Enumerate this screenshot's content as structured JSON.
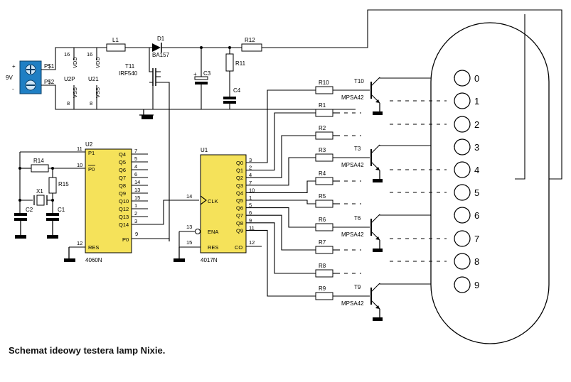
{
  "caption": "Schemat ideowy testera lamp Nixie.",
  "colors": {
    "ic_fill": "#f5e25a",
    "terminal_fill": "#1f7fc4",
    "wire": "#000000"
  },
  "power": {
    "plus": "+",
    "minus": "-",
    "voltage": "9V",
    "ps1": "P$1",
    "ps2": "P$2",
    "vdd": "VDD",
    "vss": "VSS",
    "pin16": "16",
    "pin8": "8",
    "u2p": "U2P",
    "u21": "U21"
  },
  "parts": {
    "l1": "L1",
    "d1": "D1",
    "d1_type": "BA157",
    "t11": "T11",
    "t11_type": "IRF540",
    "c3": "C3",
    "c3_plus": "+",
    "c4": "C4",
    "r11": "R11",
    "r12": "R12",
    "r14": "R14",
    "r15": "R15",
    "x1": "X1",
    "c1": "C1",
    "c2": "C2"
  },
  "u2": {
    "ref": "U2",
    "name": "4060N",
    "pins_left": [
      {
        "num": "11",
        "label": "P1"
      },
      {
        "num": "10",
        "label": "P0"
      }
    ],
    "pins_right": [
      {
        "label": "Q4",
        "num": "7"
      },
      {
        "label": "Q5",
        "num": "5"
      },
      {
        "label": "Q6",
        "num": "4"
      },
      {
        "label": "Q7",
        "num": "6"
      },
      {
        "label": "Q8",
        "num": "14"
      },
      {
        "label": "Q9",
        "num": "13"
      },
      {
        "label": "Q10",
        "num": "15"
      },
      {
        "label": "Q12",
        "num": "1"
      },
      {
        "label": "Q13",
        "num": "2"
      },
      {
        "label": "Q14",
        "num": "3"
      }
    ],
    "p0_label": "P0",
    "p0_num": "9",
    "res_label": "RES",
    "res_num": "12"
  },
  "u1": {
    "ref": "U1",
    "name": "4017N",
    "clk_label": "CLK",
    "clk_num": "14",
    "ena_label": "ENA",
    "ena_num": "13",
    "res_label": "RES",
    "res_num": "15",
    "co_label": "CO",
    "co_num": "12",
    "outputs": [
      {
        "label": "Q0",
        "num": "3"
      },
      {
        "label": "Q1",
        "num": "2"
      },
      {
        "label": "Q2",
        "num": "4"
      },
      {
        "label": "Q3",
        "num": "7"
      },
      {
        "label": "Q4",
        "num": "10"
      },
      {
        "label": "Q5",
        "num": "1"
      },
      {
        "label": "Q6",
        "num": "5"
      },
      {
        "label": "Q7",
        "num": "6"
      },
      {
        "label": "Q8",
        "num": "9"
      },
      {
        "label": "Q9",
        "num": "11"
      }
    ]
  },
  "resistors": [
    "R10",
    "R1",
    "R2",
    "R3",
    "R4",
    "R5",
    "R6",
    "R7",
    "R8",
    "R9"
  ],
  "transistors": [
    {
      "ref": "T10",
      "type": "MPSA42"
    },
    {
      "ref": "T3",
      "type": "MPSA42"
    },
    {
      "ref": "T6",
      "type": "MPSA42"
    },
    {
      "ref": "T9",
      "type": "MPSA42"
    }
  ],
  "cathodes": [
    "0",
    "1",
    "2",
    "3",
    "4",
    "5",
    "6",
    "7",
    "8",
    "9"
  ]
}
